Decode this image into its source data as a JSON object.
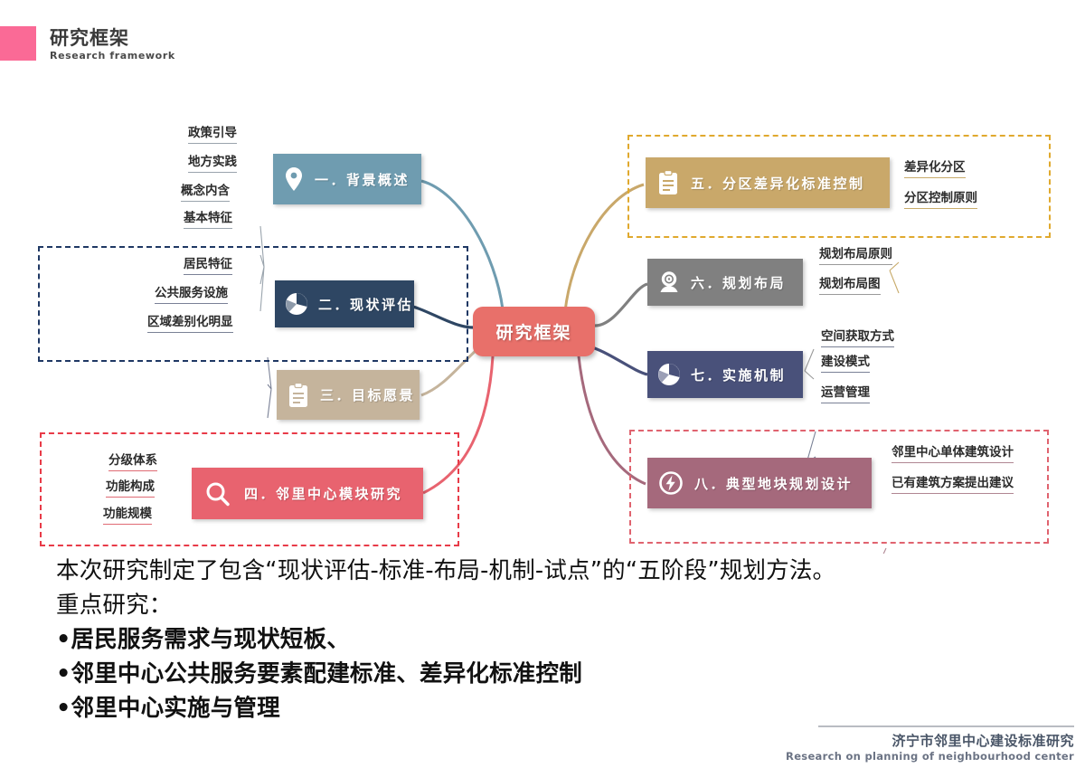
{
  "header": {
    "title_cn": "研究框架",
    "title_en": "Research framework",
    "accent_color": "#fa6a96"
  },
  "mindmap": {
    "center": {
      "label": "研究框架",
      "color": "#e8706a"
    },
    "branches": [
      {
        "id": "b1",
        "label": "一．背景概述",
        "icon": "location-pin-icon",
        "color": "#6f9cb0",
        "side": "left",
        "subs": [
          "政策引导",
          "地方实践",
          "概念内含",
          "基本特征"
        ]
      },
      {
        "id": "b2",
        "label": "二．现状评估",
        "icon": "pie-chart-icon",
        "color": "#2e4663",
        "side": "left",
        "subs": [
          "居民特征",
          "公共服务设施",
          "区域差别化明显"
        ],
        "region_color": "#1f3864"
      },
      {
        "id": "b3",
        "label": "三．目标愿景",
        "icon": "clipboard-icon",
        "color": "#c5b49c",
        "side": "left",
        "subs": []
      },
      {
        "id": "b4",
        "label": "四．邻里中心模块研究",
        "icon": "magnifier-icon",
        "color": "#e8636f",
        "side": "left",
        "subs": [
          "分级体系",
          "功能构成",
          "功能规模"
        ],
        "region_color": "#e83b48"
      },
      {
        "id": "b5",
        "label": "五．分区差异化标准控制",
        "icon": "clipboard-icon",
        "color": "#c9a86a",
        "side": "right",
        "subs": [
          "差异化分区",
          "分区控制原则"
        ],
        "region_color": "#e0a92e"
      },
      {
        "id": "b6",
        "label": "六．规划布局",
        "icon": "camera-icon",
        "color": "#808080",
        "side": "right",
        "subs": [
          "规划布局原则",
          "规划布局图"
        ]
      },
      {
        "id": "b7",
        "label": "七．实施机制",
        "icon": "pie-chart-icon",
        "color": "#49517a",
        "side": "right",
        "subs": [
          "空间获取方式",
          "建设模式",
          "运营管理"
        ]
      },
      {
        "id": "b8",
        "label": "八．典型地块规划设计",
        "icon": "lightning-bolt-icon",
        "color": "#a5697c",
        "side": "right",
        "subs": [
          "邻里中心单体建筑设计",
          "已有建筑方案提出建议"
        ],
        "region_color": "#e0636f"
      }
    ]
  },
  "summary": {
    "paragraph_line1": "本次研究制定了包含“现状评估-标准-布局-机制-试点”的“五阶段”规划方法。",
    "paragraph_line2": "重点研究：",
    "bullets": [
      "•居民服务需求与现状短板、",
      "•邻里中心公共服务要素配建标准、差异化标准控制",
      "•邻里中心实施与管理"
    ]
  },
  "footer": {
    "title_cn": "济宁市邻里中心建设标准研究",
    "title_en": "Research on planning of neighbourhood center"
  }
}
